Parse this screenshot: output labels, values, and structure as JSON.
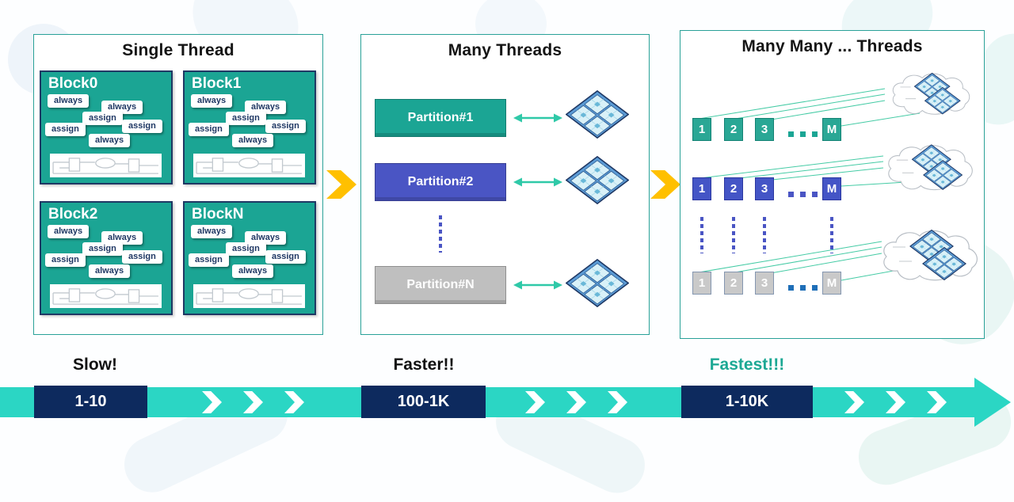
{
  "colors": {
    "teal": "#1ba594",
    "indigo": "#4a55c4",
    "gray": "#bfbfbf",
    "navy": "#1f3864",
    "timeline_bar": "#2bd6c4",
    "timeline_box": "#0d2a5e",
    "yellow_arrow": "#ffc000",
    "connector_line": "#45cba5",
    "fastest_caption": "#1ca894"
  },
  "panels": {
    "single_thread": {
      "title": "Single Thread",
      "blocks": [
        {
          "name": "Block0",
          "tags": [
            "always",
            "always",
            "assign",
            "assign",
            "assign",
            "always"
          ]
        },
        {
          "name": "Block1",
          "tags": [
            "always",
            "always",
            "assign",
            "assign",
            "assign",
            "always"
          ]
        },
        {
          "name": "Block2",
          "tags": [
            "always",
            "always",
            "assign",
            "assign",
            "assign",
            "always"
          ]
        },
        {
          "name": "BlockN",
          "tags": [
            "always",
            "always",
            "assign",
            "assign",
            "assign",
            "always"
          ]
        }
      ]
    },
    "many_threads": {
      "title": "Many Threads",
      "partitions": [
        {
          "label": "Partition#1"
        },
        {
          "label": "Partition#2"
        },
        {
          "label": "Partition#N"
        }
      ]
    },
    "many_many_threads": {
      "title": "Many Many ... Threads",
      "rows": [
        {
          "cells": [
            "1",
            "2",
            "3",
            "M"
          ]
        },
        {
          "cells": [
            "1",
            "2",
            "3",
            "M"
          ]
        },
        {
          "cells": [
            "1",
            "2",
            "3",
            "M"
          ]
        }
      ]
    }
  },
  "timeline": {
    "milestones": [
      {
        "caption": "Slow!",
        "range": "1-10"
      },
      {
        "caption": "Faster!!",
        "range": "100-1K"
      },
      {
        "caption": "Fastest!!!",
        "range": "1-10K"
      }
    ]
  }
}
